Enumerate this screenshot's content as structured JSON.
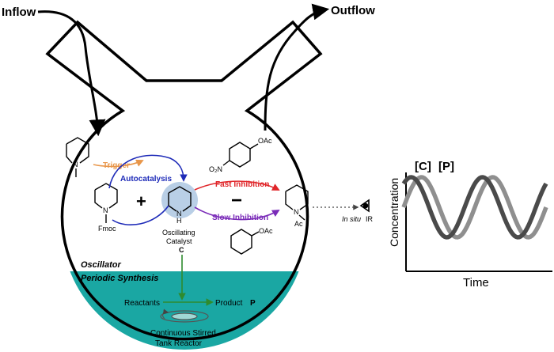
{
  "labels": {
    "inflow": "Inflow",
    "outflow": "Outflow",
    "trigger": "Trigger",
    "autocatalysis": "Autocatalysis",
    "fast_inhibition": "Fast Inhibition",
    "slow_inhibition": "Slow Inhibition",
    "plus": "+",
    "minus": "−",
    "fmoc": "Fmoc",
    "ac": "Ac",
    "n1": "N",
    "n2": "N",
    "n3": "N",
    "h": "H",
    "n4": "N",
    "oac1": "OAc",
    "no2": "O₂N",
    "oac2": "OAc",
    "oscillating": "Oscillating",
    "catalyst": "Catalyst",
    "c": "C",
    "insitu": "In situ",
    "ir": "IR",
    "oscillator": "Oscillator",
    "periodic_synthesis": "Periodic Synthesis",
    "reactants": "Reactants",
    "product": "Product",
    "p": "P",
    "cstr1": "Continuous Stirred",
    "cstr2": "Tank Reactor"
  },
  "chart": {
    "legend_c": "[C]",
    "legend_p": "[P]",
    "ylabel": "Concentration",
    "xlabel": "Time"
  },
  "colors": {
    "trigger": "#e8964a",
    "autocatalysis": "#1e2bb8",
    "fast_inhibition": "#e0262a",
    "slow_inhibition": "#7a2bb8",
    "synthesis": "#2e8b2e",
    "liquid": "#1aa7a3",
    "catalyst_glow": "#b9cfe6",
    "series_c": "#4a4a4a",
    "series_p": "#8f8f8f"
  }
}
